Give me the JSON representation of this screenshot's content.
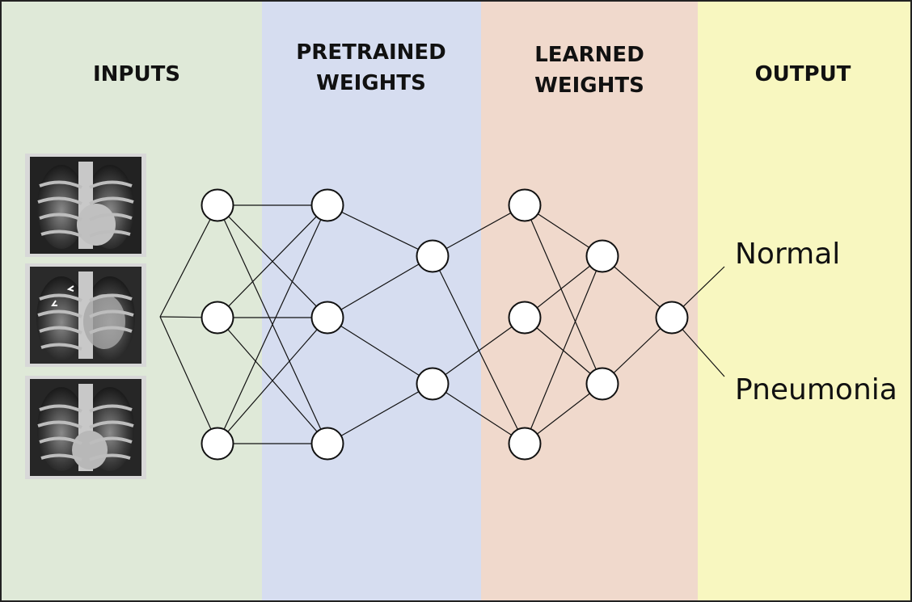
{
  "panels": [
    {
      "key": "inputs",
      "title_lines": [
        "INPUTS"
      ],
      "color": "#dfe9d8"
    },
    {
      "key": "pretrained",
      "title_lines": [
        "PRETRAINED",
        "WEIGHTS"
      ],
      "color": "#d6ddf0"
    },
    {
      "key": "learned",
      "title_lines": [
        "LEARNED",
        "WEIGHTS"
      ],
      "color": "#f0d9cc"
    },
    {
      "key": "output",
      "title_lines": [
        "OUTPUT"
      ],
      "color": "#f8f7c0"
    }
  ],
  "outputs": {
    "normal": "Normal",
    "pneumonia": "Pneumonia"
  },
  "network": {
    "layers": [
      3,
      3,
      2,
      3,
      2,
      1
    ],
    "input_images": 3
  }
}
